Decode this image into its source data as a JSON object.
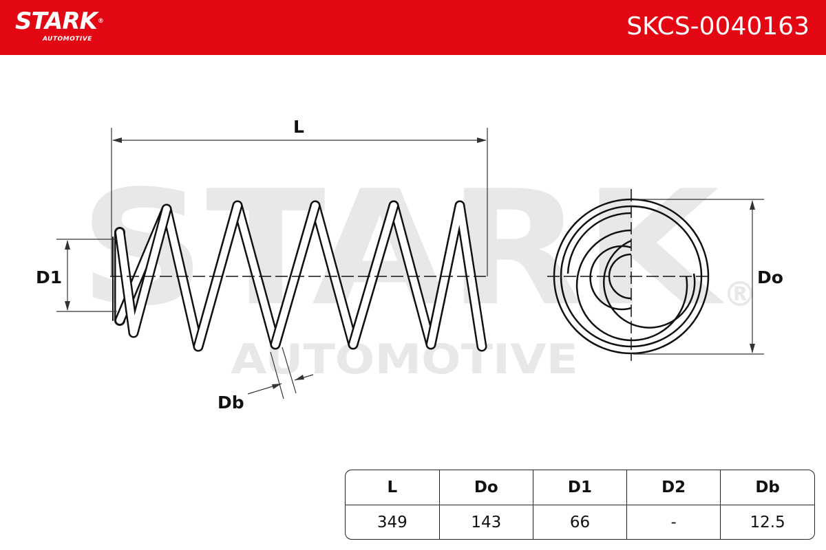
{
  "header": {
    "brand": "STARK",
    "brand_mark": "®",
    "brand_sub": "AUTOMOTIVE",
    "part_number": "SKCS-0040163",
    "bar_color": "#e30613"
  },
  "watermark": {
    "brand": "STARK",
    "sub": "AUTOMOTIVE",
    "mark": "®",
    "color": "#e8e8e8"
  },
  "drawing": {
    "labels": {
      "length": "L",
      "end_diameter": "D1",
      "outer_diameter": "Do",
      "bar_diameter": "Db"
    },
    "icons": [
      "coil-spring-side-view",
      "coil-spring-end-view"
    ]
  },
  "specs": {
    "headers": [
      "L",
      "Do",
      "D1",
      "D2",
      "Db"
    ],
    "values": [
      "349",
      "143",
      "66",
      "-",
      "12.5"
    ]
  }
}
